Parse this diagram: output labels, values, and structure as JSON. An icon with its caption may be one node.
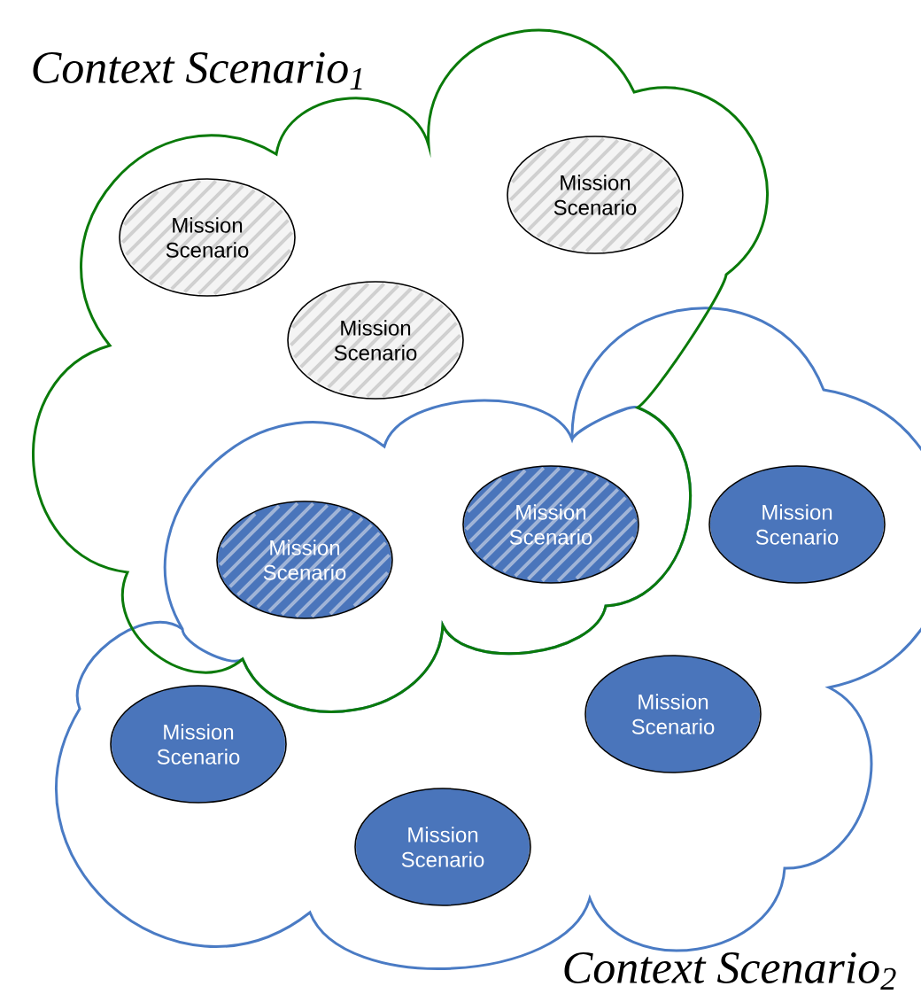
{
  "diagram": {
    "nodes": [
      {
        "text": [
          "*Context Scenario*$_{1}$"
        ]
      },
      {
        "text": [
          "Mission Scenario"
        ],
        "in": 0
      },
      {
        "text": [
          "Mission Scenario"
        ],
        "in": 0
      },
      {
        "text": [
          "Mission Scenario"
        ],
        "in": 0
      },
      {
        "text": [
          "*Context Scenario*$_{2}$"
        ]
      },
      {
        "text": [],
        "shape": "cloud"
      },
      {
        "text": [
          "Mission Scenario"
        ],
        "in": 5
      },
      {
        "text": [
          "Mission Scenario"
        ],
        "in": 5
      },
      {
        "text": [
          "Mission Scenario"
        ],
        "in": 4
      },
      {
        "text": [
          "Mission Scenario"
        ],
        "in": 4
      },
      {
        "text": [
          "Mission Scenario"
        ],
        "in": 4
      },
      {
        "text": [
          "Mission Scenario"
        ],
        "in": 4
      }
    ]
  }
}
